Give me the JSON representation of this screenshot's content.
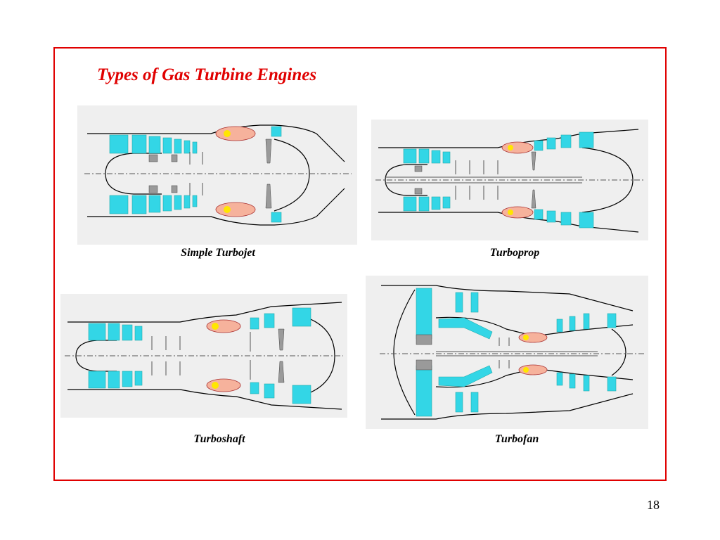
{
  "slide": {
    "title": "Types of Gas Turbine Engines",
    "page_number": "18"
  },
  "engines": [
    {
      "caption": "Simple Turbojet"
    },
    {
      "caption": "Turboprop"
    },
    {
      "caption": "Turboshaft"
    },
    {
      "caption": "Turbofan"
    }
  ],
  "colors": {
    "frame": "#e00000",
    "title": "#e00000",
    "panel_bg": "#efefef",
    "blade": "#33d6e6",
    "combustor": "#f6b29c",
    "flame": "#ffe600",
    "metal": "#9a9a9a"
  }
}
